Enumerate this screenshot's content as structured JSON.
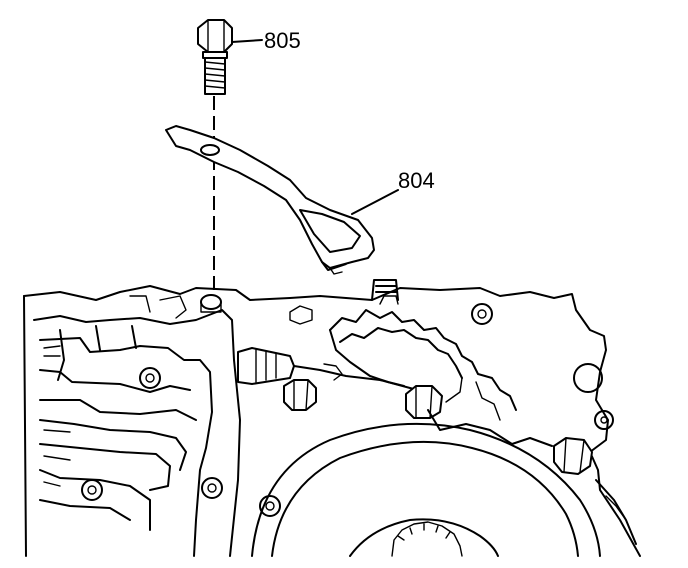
{
  "callouts": [
    {
      "id": "805",
      "label": "805",
      "part": "bolt"
    },
    {
      "id": "804",
      "label": "804",
      "part": "bracket"
    }
  ],
  "colors": {
    "line": "#000000",
    "background": "#ffffff"
  }
}
